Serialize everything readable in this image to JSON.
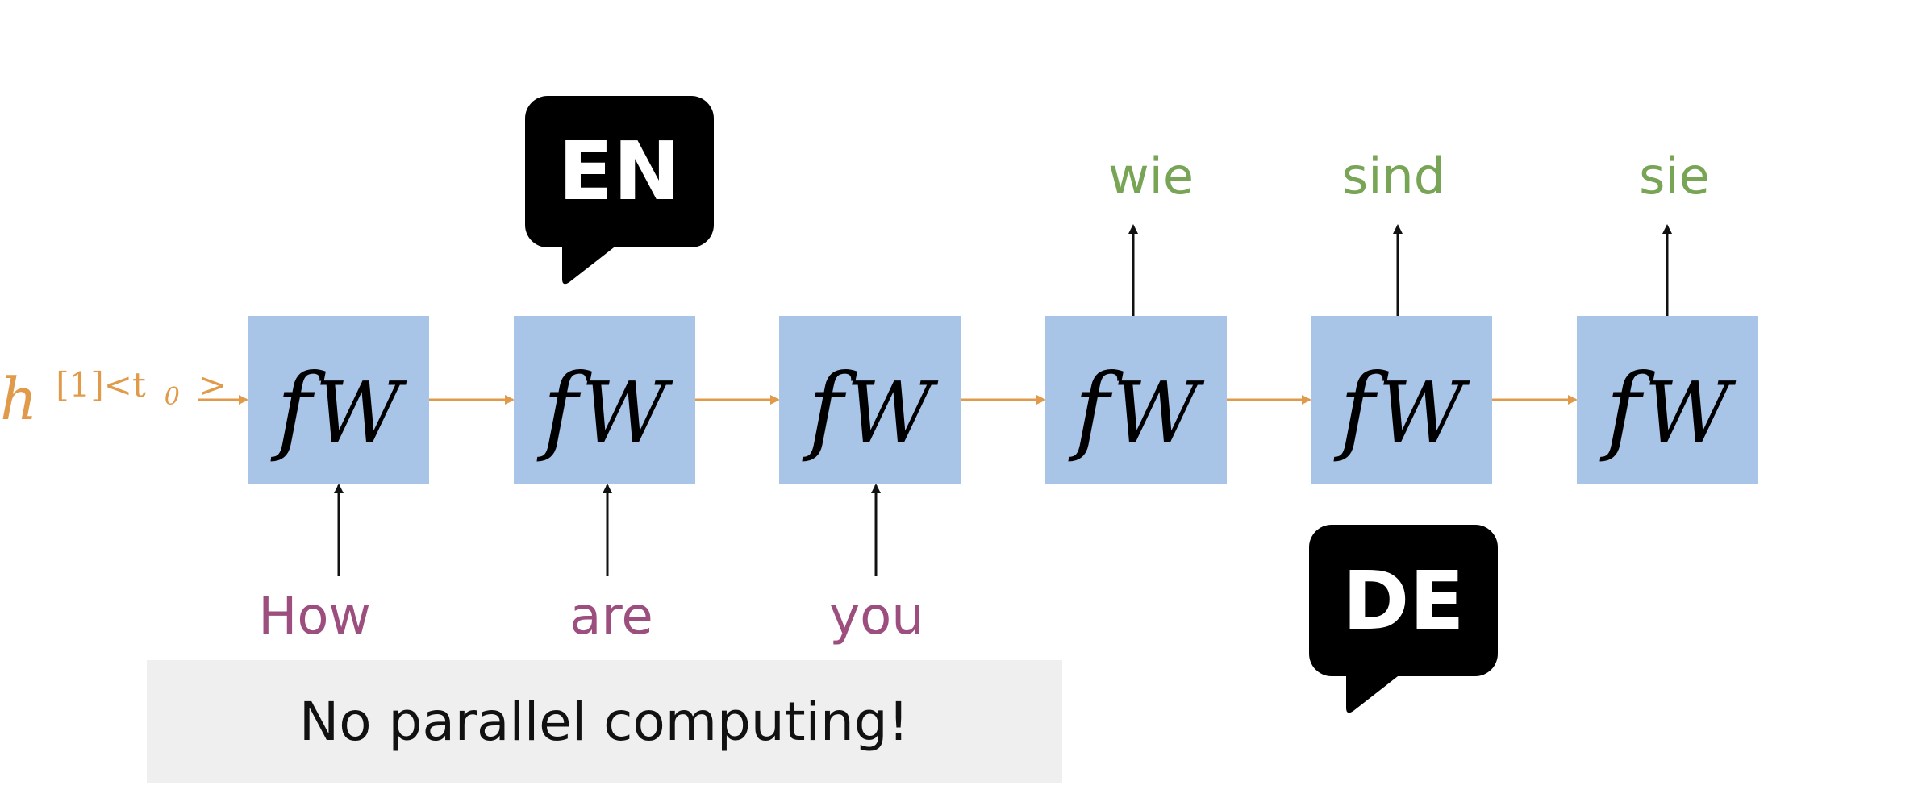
{
  "initial_state": {
    "base": "h",
    "superscript": "[1]<t",
    "subscript": "0",
    "close": ">"
  },
  "cell_label": {
    "f": "f",
    "w": "W"
  },
  "cells": [
    {
      "id": "cell-1"
    },
    {
      "id": "cell-2"
    },
    {
      "id": "cell-3"
    },
    {
      "id": "cell-4"
    },
    {
      "id": "cell-5"
    },
    {
      "id": "cell-6"
    }
  ],
  "inputs": [
    "How",
    "are",
    "you"
  ],
  "outputs": [
    "wie",
    "sind",
    "sie"
  ],
  "badges": {
    "source": "EN",
    "target": "DE"
  },
  "note": "No parallel computing!",
  "colors": {
    "cell_fill": "#a8c4e6",
    "recurrent_arrow": "#e09a4a",
    "hidden_state_text": "#e09a4a",
    "input_text": "#9c4f7e",
    "output_text": "#78a455",
    "badge_fill": "#000000",
    "badge_text": "#ffffff",
    "note_fill": "#efefef",
    "note_text": "#111111",
    "io_arrow": "#111111"
  }
}
